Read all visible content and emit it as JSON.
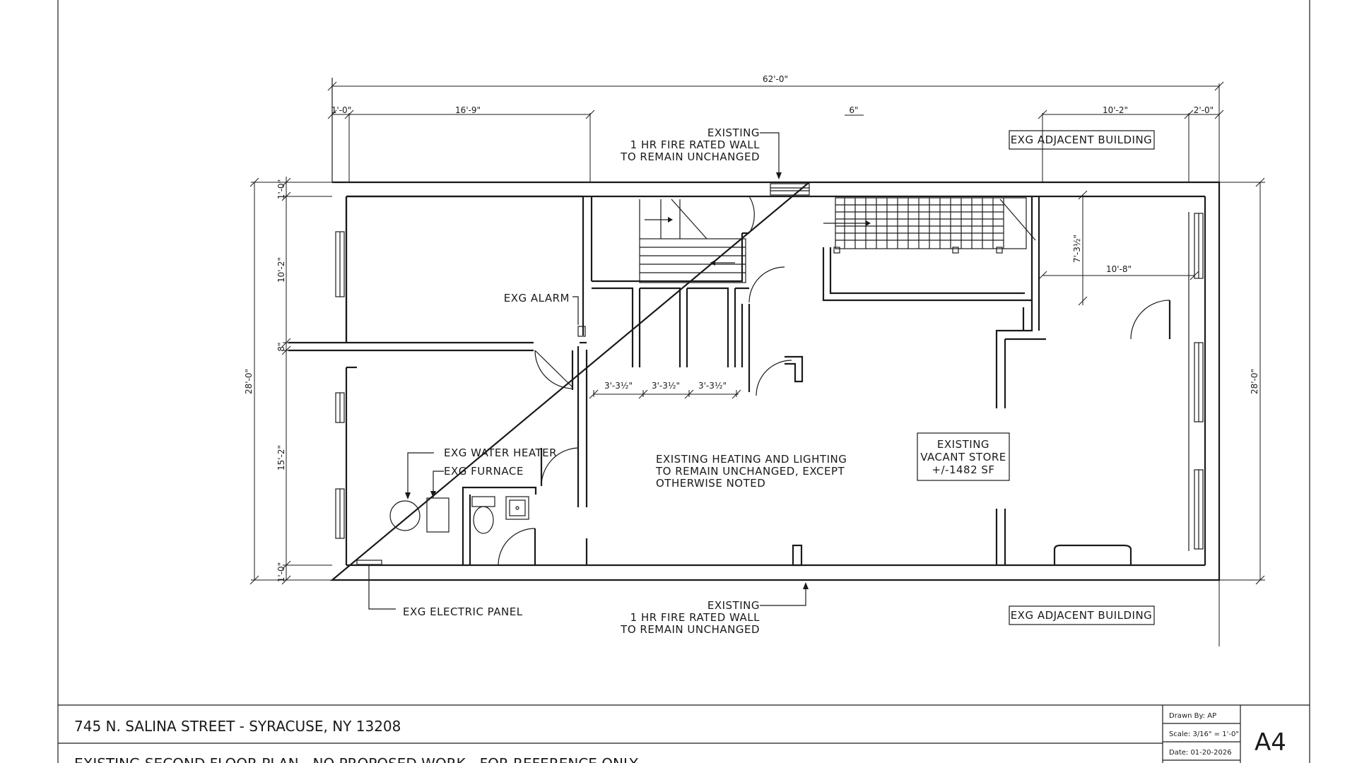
{
  "title_block": {
    "address": "745 N. SALINA STREET - SYRACUSE, NY  13208",
    "description": "EXISTING SECOND FLOOR PLAN - NO PROPOSED WORK - FOR REFERENCE ONLY",
    "drawn_by": "Drawn By:  AP",
    "scale": "Scale:  3/16\" = 1'-0\"",
    "date": "Date: 01-20-2026",
    "sheet_number": "A4"
  },
  "dimensions": {
    "overall_width": "62'-0\"",
    "top_1": "1'-0\"",
    "top_16_9": "16'-9\"",
    "top_6": "6\"",
    "top_10_2": "10'-2\"",
    "top_2_0": "2'-0\"",
    "left_1_top": "1'-0\"",
    "left_10_2": "10'-2\"",
    "left_8": "8\"",
    "left_15_2": "15'-2\"",
    "left_1_bottom": "1'-0\"",
    "left_overall": "28'-0\"",
    "right_overall": "28'-0\"",
    "stair_7_3_5": "7'-3½\"",
    "stair_10_8": "10'-8\"",
    "closet_1": "3'-3½\"",
    "closet_2": "3'-3½\"",
    "closet_3": "3'-3½\""
  },
  "labels": {
    "top_fire_wall": [
      "EXISTING",
      "1 HR FIRE RATED WALL",
      "TO REMAIN UNCHANGED"
    ],
    "bottom_fire_wall": [
      "EXISTING",
      "1 HR FIRE RATED WALL",
      "TO REMAIN UNCHANGED"
    ],
    "adjacent_top": "EXG ADJACENT BUILDING",
    "adjacent_bottom": "EXG ADJACENT BUILDING",
    "alarm": "EXG ALARM",
    "water_heater": "EXG WATER HEATER",
    "furnace": "EXG FURNACE",
    "electric_panel": "EXG ELECTRIC PANEL",
    "heating_note": [
      "EXISTING HEATING AND LIGHTING",
      "TO REMAIN UNCHANGED, EXCEPT",
      "OTHERWISE NOTED"
    ],
    "vacant_store": [
      "EXISTING",
      "VACANT STORE",
      "+/-1482 SF"
    ]
  }
}
